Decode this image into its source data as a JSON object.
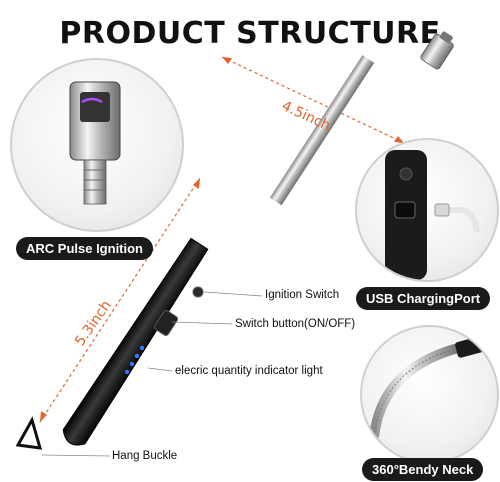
{
  "title": "PRODUCT STRUCTURE",
  "dimensions": {
    "shaft_length": "4.5inch",
    "handle_length": "5.3inch"
  },
  "badges": {
    "arc_ignition": "ARC Pulse Ignition",
    "usb_port": "USB ChargingPort",
    "bendy_neck": "360°Bendy Neck"
  },
  "callouts": {
    "ignition_switch": "Ignition Switch",
    "switch_button": "Switch button(ON/OFF)",
    "indicator_light": "elecric quantity indicator light",
    "hang_buckle": "Hang Buckle"
  },
  "colors": {
    "dimension_accent": "#e0632b",
    "indicator_led": "#2f7bff",
    "arc": "#b04cff",
    "body": "#1b1b1b"
  }
}
